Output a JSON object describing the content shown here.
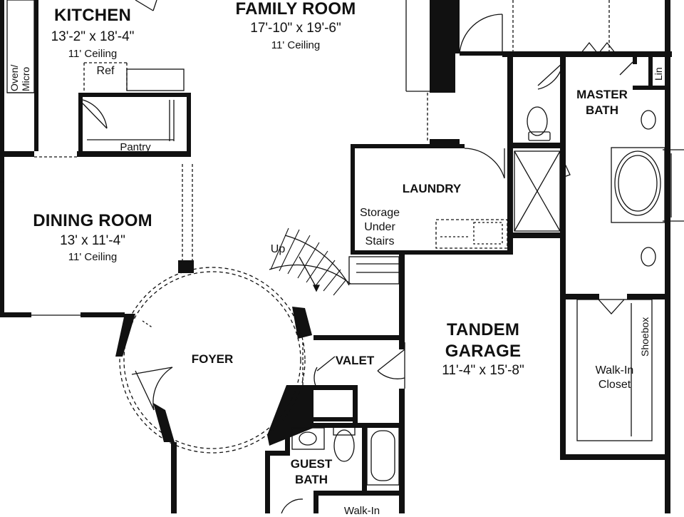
{
  "rooms": {
    "kitchen": {
      "name": "KITCHEN",
      "dims": "13'-2\" x 18'-4\"",
      "ceiling": "11' Ceiling"
    },
    "family_room": {
      "name": "FAMILY ROOM",
      "dims": "17'-10\" x 19'-6\"",
      "ceiling": "11' Ceiling"
    },
    "dining_room": {
      "name": "DINING ROOM",
      "dims": "13' x 11'-4\"",
      "ceiling": "11' Ceiling"
    },
    "foyer": {
      "name": "FOYER"
    },
    "laundry": {
      "name": "LAUNDRY"
    },
    "master_bath": {
      "name_line1": "MASTER",
      "name_line2": "BATH"
    },
    "tandem_garage": {
      "name_line1": "TANDEM",
      "name_line2": "GARAGE",
      "dims": "11'-4\" x 15'-8\""
    },
    "valet": {
      "name": "VALET"
    },
    "guest_bath": {
      "name_line1": "GUEST",
      "name_line2": "BATH"
    },
    "walkin_closet": {
      "name_line1": "Walk-In",
      "name_line2": "Closet"
    },
    "walkin_bottom": {
      "name": "Walk-In"
    }
  },
  "fixtures": {
    "ref": "Ref",
    "pantry": "Pantry",
    "oven_line1": "Oven/",
    "oven_line2": "Micro",
    "lin": "Lin",
    "shoebox": "Shoebox",
    "up": "Up",
    "storage_line1": "Storage",
    "storage_line2": "Under",
    "storage_line3": "Stairs"
  },
  "colors": {
    "wall": "#111111",
    "background": "#ffffff"
  }
}
